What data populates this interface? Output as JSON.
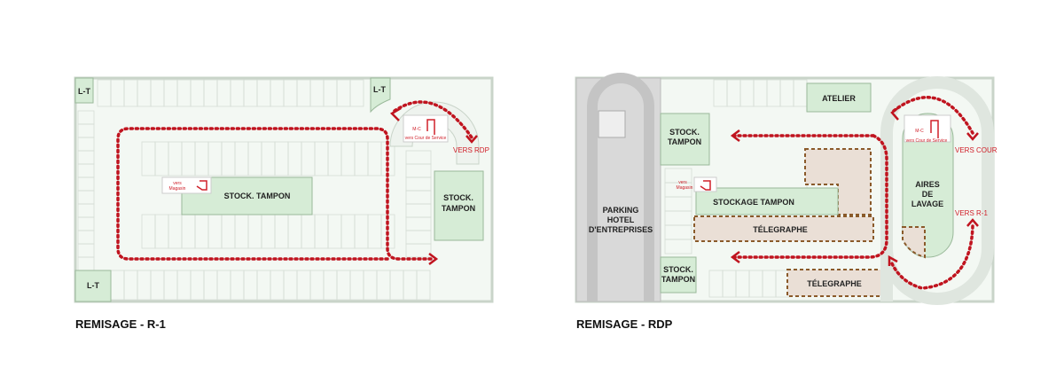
{
  "plans": [
    {
      "title": "REMISAGE - R-1",
      "labels": {
        "lt1": "L-T",
        "lt2": "L-T",
        "lt3": "L-T",
        "stock_center": "STOCK. TAMPON",
        "stock_right_1": "STOCK.",
        "stock_right_2": "TAMPON",
        "vers_rdp": "VERS RDP",
        "mc": "M-C",
        "vers_cour_service": "vers Cour de Service",
        "vers_magasin_1": "vers",
        "vers_magasin_2": "Magasin"
      }
    },
    {
      "title": "REMISAGE - RDP",
      "labels": {
        "parking_1": "PARKING",
        "parking_2": "HOTEL",
        "parking_3": "D'ENTREPRISES",
        "stock_top_1": "STOCK.",
        "stock_top_2": "TAMPON",
        "stock_bottom_1": "STOCK.",
        "stock_bottom_2": "TAMPON",
        "atelier": "ATELIER",
        "stockage_tampon": "STOCKAGE TAMPON",
        "telegraphe_1": "TÉLEGRAPHE",
        "telegraphe_2": "TÉLEGRAPHE",
        "aires_1": "AIRES",
        "aires_2": "DE",
        "aires_3": "LAVAGE",
        "vers_cour": "VERS COUR",
        "vers_r1": "VERS R-1",
        "mc": "M-C",
        "vers_cour_service": "vers Cour de Service",
        "vers_magasin_1": "vers",
        "vers_magasin_2": "Magasin"
      }
    }
  ]
}
